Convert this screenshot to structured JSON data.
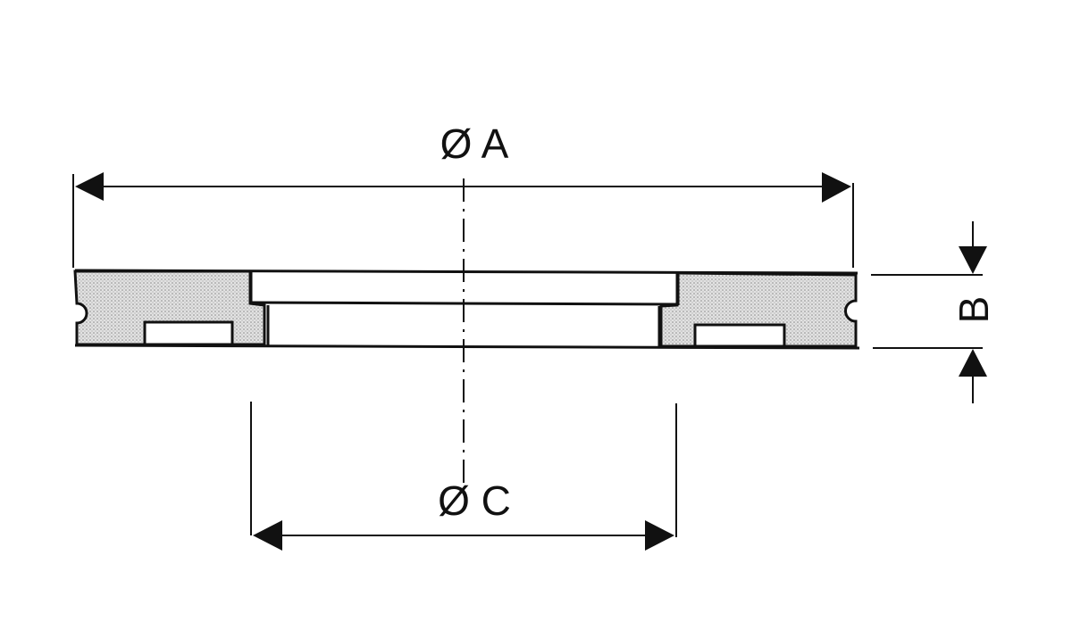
{
  "dimensions": {
    "outer_diameter_label": "Ø A",
    "inner_diameter_label": "Ø C",
    "thickness_label": "B"
  },
  "colors": {
    "ink": "#111111",
    "hatch_fill": "#d6d6d6",
    "paper": "#ffffff"
  }
}
